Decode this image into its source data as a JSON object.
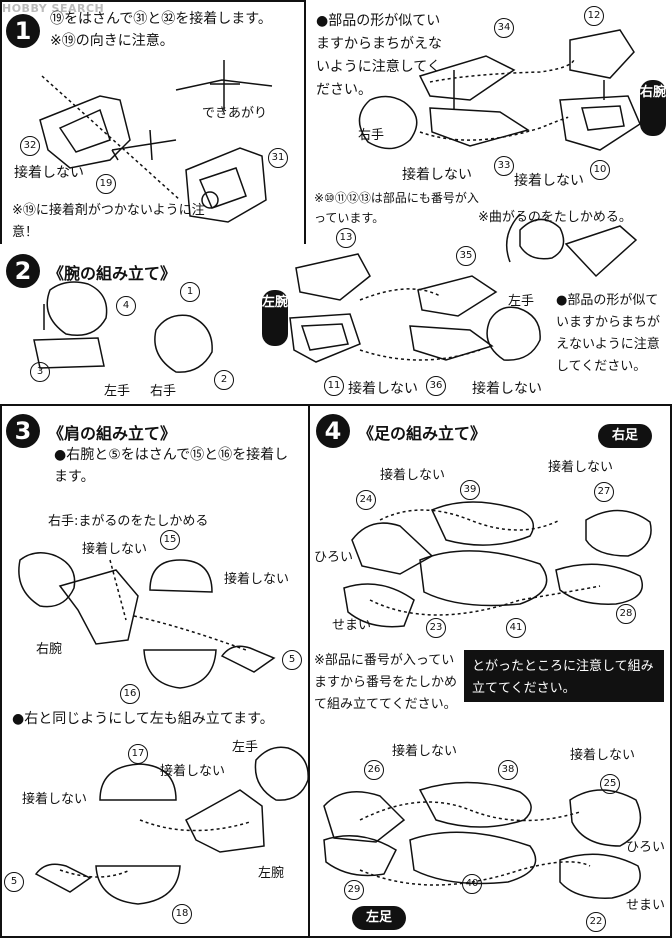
{
  "watermark": "HOBBY SEARCH",
  "step1": {
    "number": "1",
    "line1": "⑲をはさんで㉛と㉜を接着します。",
    "line2": "※⑲の向きに注意。",
    "done_label": "できあがり",
    "no_glue": "接着しない",
    "note": "※⑲に接着剤がつかないように注意！",
    "parts": [
      "32",
      "19",
      "31"
    ]
  },
  "step1b": {
    "note": "●部品の形が似ていますからまちがえないように注意してください。",
    "badge": "右腕",
    "hand_label": "右手",
    "no_glue_a": "接着しない",
    "no_glue_b": "接着しない",
    "note2": "※⑩⑪⑫⑬は部品にも番号が入っています。",
    "note3": "※曲がるのをたしかめる。",
    "parts": [
      "34",
      "12",
      "33",
      "10"
    ]
  },
  "step2": {
    "number": "2",
    "title": "《腕の組み立て》",
    "left_hand": "左手",
    "right_hand": "右手",
    "parts": [
      "4",
      "1",
      "3",
      "2"
    ]
  },
  "step2b": {
    "badge": "左腕",
    "hand_label": "左手",
    "no_glue_a": "接着しない",
    "no_glue_b": "接着しない",
    "note": "●部品の形が似ていますからまちがえないように注意してください。",
    "parts": [
      "13",
      "35",
      "11",
      "36"
    ]
  },
  "step3": {
    "number": "3",
    "title": "《肩の組み立て》",
    "desc": "●右腕と⑤をはさんで⑮と⑯を接着します。",
    "hand_note": "右手:まがるのをたしかめる",
    "no_glue_a": "接着しない",
    "no_glue_b": "接着しない",
    "arm_label": "右腕",
    "desc2": "●右と同じようにして左も組み立てます。",
    "left_hand": "左手",
    "no_glue_c": "接着しない",
    "no_glue_d": "接着しない",
    "left_arm": "左腕",
    "parts": [
      "15",
      "5",
      "16",
      "17",
      "5",
      "18"
    ]
  },
  "step4": {
    "number": "4",
    "title": "《足の組み立て》",
    "right_badge": "右足",
    "no_glue_a": "接着しない",
    "no_glue_b": "接着しない",
    "wide": "ひろい",
    "narrow": "せまい",
    "note": "※部品に番号が入っていますから番号をたしかめて組み立ててください。",
    "warn": "とがったところに注意して組み立ててください。",
    "no_glue_c": "接着しない",
    "no_glue_d": "接着しない",
    "wide2": "ひろい",
    "narrow2": "せまい",
    "left_badge": "左足",
    "parts": [
      "24",
      "39",
      "27",
      "23",
      "41",
      "28",
      "26",
      "38",
      "25",
      "29",
      "40",
      "22"
    ]
  }
}
